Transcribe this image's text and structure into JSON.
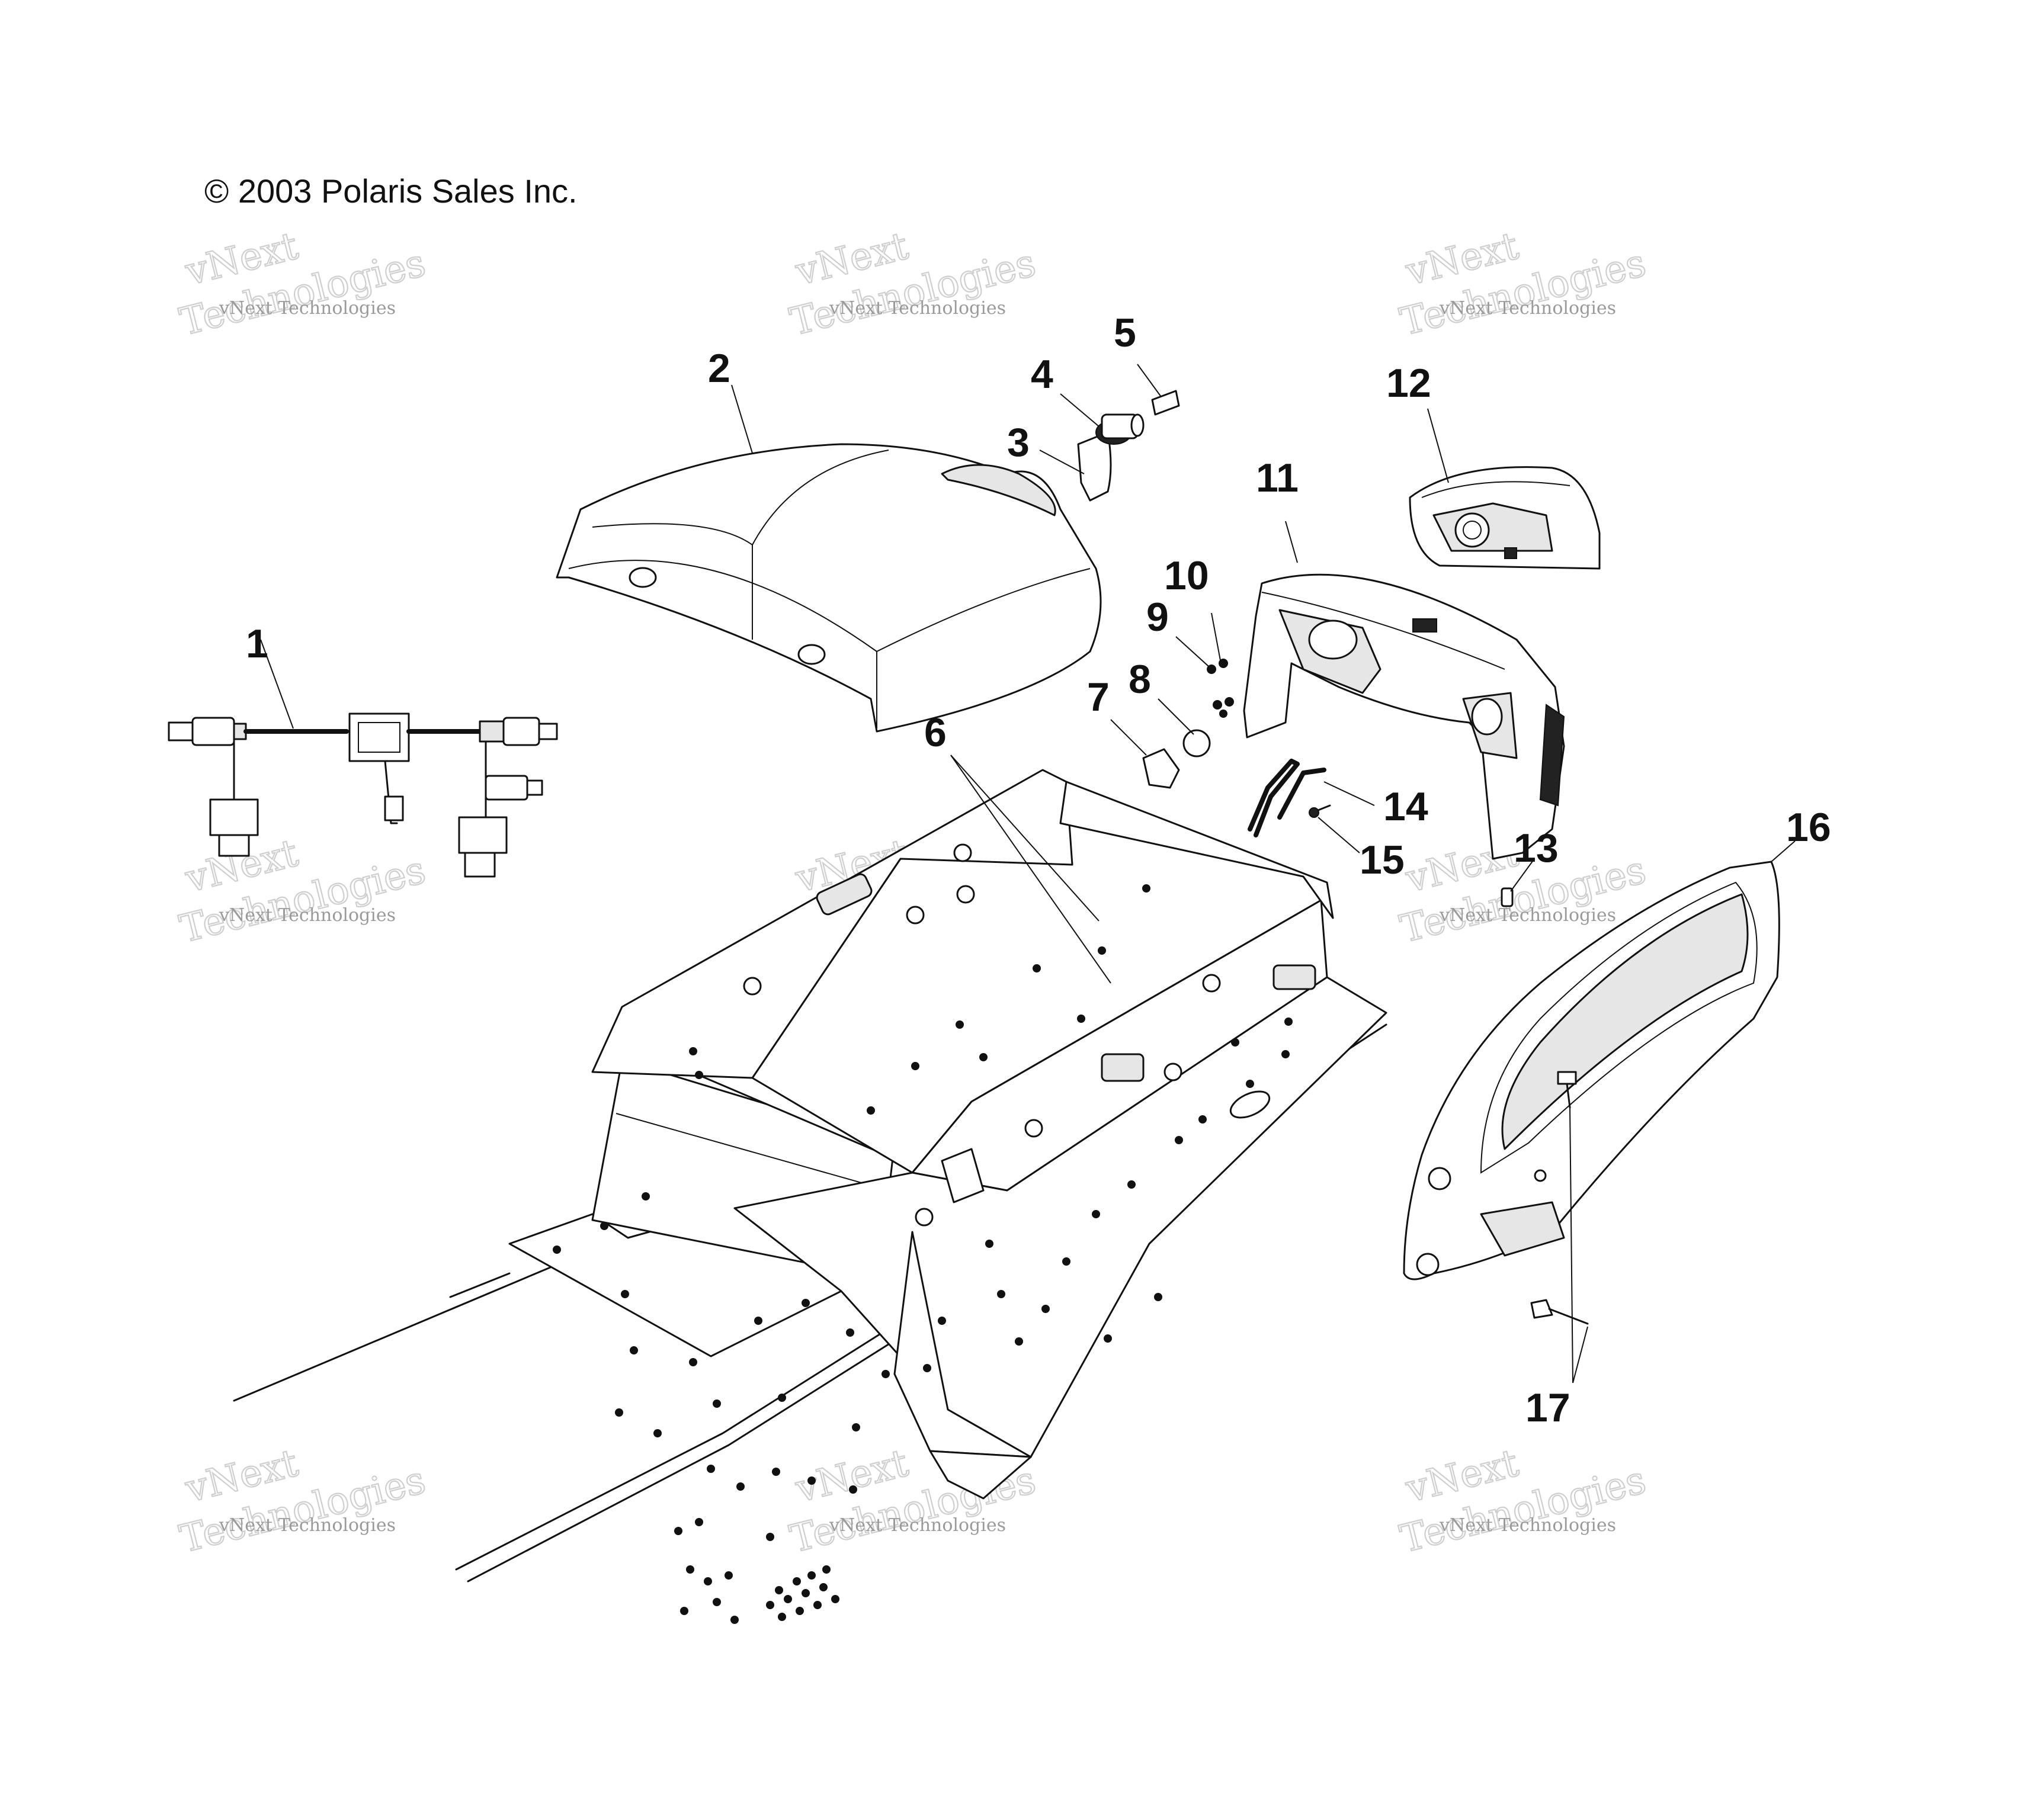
{
  "copyright": "© 2003 Polaris Sales Inc.",
  "watermark": {
    "line1": "vNext",
    "line2": "Technologies",
    "small": "vNext Technologies"
  },
  "callouts": [
    "1",
    "2",
    "3",
    "4",
    "5",
    "6",
    "7",
    "8",
    "9",
    "10",
    "11",
    "12",
    "13",
    "14",
    "15",
    "16",
    "17"
  ]
}
